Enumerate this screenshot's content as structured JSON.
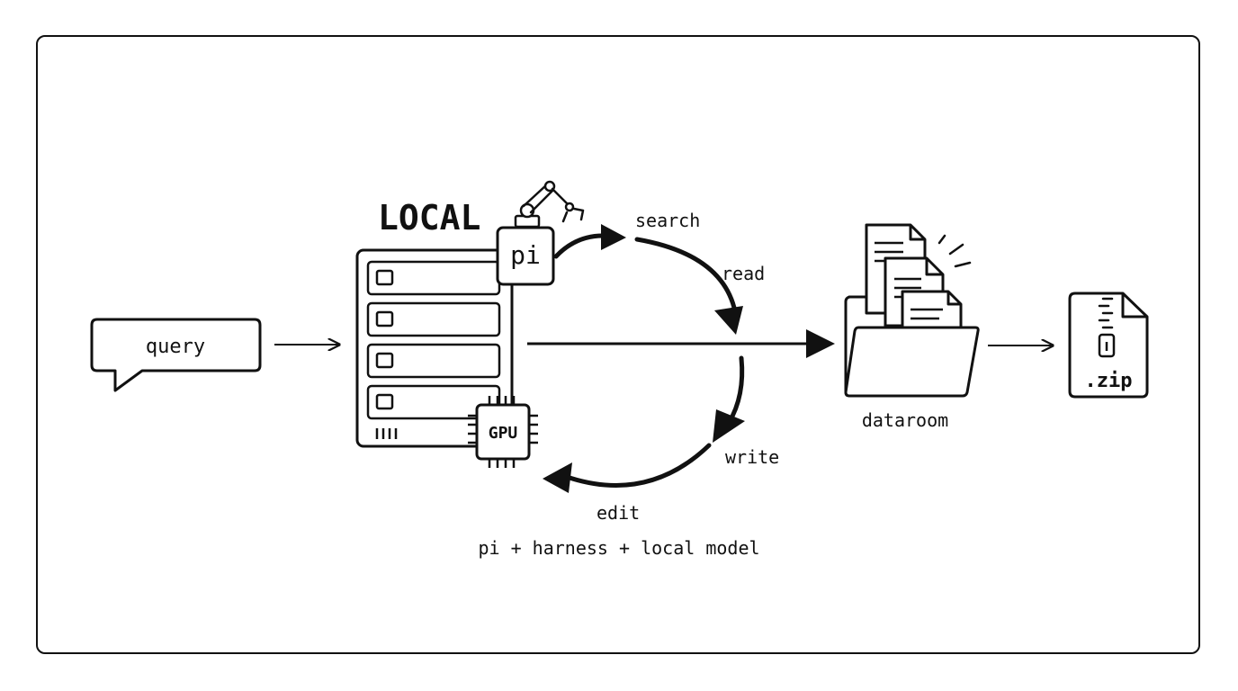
{
  "query": {
    "label": "query"
  },
  "local": {
    "title": "LOCAL",
    "agent_label": "pi",
    "gpu_label": "GPU"
  },
  "loop": {
    "search": "search",
    "read": "read",
    "write": "write",
    "edit": "edit"
  },
  "caption": "pi + harness + local model",
  "dataroom": {
    "label": "dataroom"
  },
  "zip": {
    "label": ".zip"
  },
  "icons": {
    "query": "speech-bubble-icon",
    "server": "server-rack-icon",
    "robot": "robot-arm-icon",
    "gpu": "gpu-chip-icon",
    "dataroom": "open-folder-with-documents-icon",
    "zip": "zip-file-icon"
  },
  "colors": {
    "stroke": "#111111",
    "background": "#ffffff"
  }
}
